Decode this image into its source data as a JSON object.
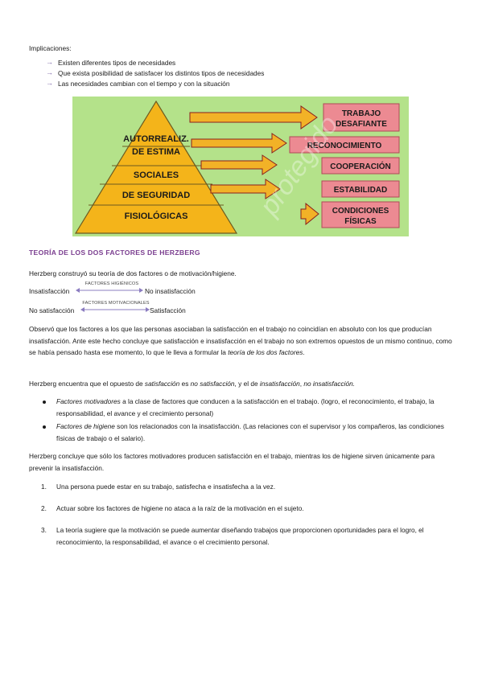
{
  "implications": {
    "title": "Implicaciones:",
    "items": [
      "Existen diferentes tipos de necesidades",
      "Que exista posibilidad de satisfacer los distintos tipos de necesidades",
      "Las necesidades cambian con el tiempo y con la situación"
    ],
    "bullet_glyph": "→"
  },
  "pyramid": {
    "levels": [
      "AUTORREALIZ.",
      "DE ESTIMA",
      "SOCIALES",
      "DE SEGURIDAD",
      "FISIOLÓGICAS"
    ],
    "boxes": [
      [
        "TRABAJO",
        "DESAFIANTE"
      ],
      [
        "RECONOCIMIENTO"
      ],
      [
        "COOPERACIÓN"
      ],
      [
        "ESTABILIDAD"
      ],
      [
        "CONDICIONES",
        "FÍSICAS"
      ]
    ],
    "colors": {
      "background": "#b4e28a",
      "pyramid_fill": "#f4b41a",
      "arrow_fill": "#f2b227",
      "box_fill": "#ec8a92",
      "box_border": "#b04a58"
    },
    "watermark": "protegido"
  },
  "herzberg": {
    "heading": "TEORÍA DE LOS DOS FACTORES DE HERZBERG",
    "intro": "Herzberg construyó su teoría de dos factores o de motivación/higiene.",
    "row1": {
      "left": "Insatisfacción",
      "label": "FACTORES HIGIÉNICOS",
      "right": "No insatisfacción"
    },
    "row2": {
      "left": "No satisfacción",
      "label": "FACTORES MOTIVACIONALES",
      "right": "Satisfacción"
    },
    "para1_a": "Observó que los factores a los que las personas asociaban la satisfacción en el trabajo no coincidían en absoluto con los que producían insatisfacción. Ante este hecho concluye que satisfacción e insatisfacción en el trabajo no son extremos opuestos de un mismo continuo, como se había pensado hasta ese momento, lo que le lleva a formular la ",
    "para1_b": "teoría de los dos factores",
    "para1_c": ".",
    "para2_a": "Herzberg encuentra que el opuesto de ",
    "para2_b": "satisfacción",
    "para2_c": " es ",
    "para2_d": "no satisfacción",
    "para2_e": ", y el de ",
    "para2_f": "insatisfacción",
    "para2_g": ", ",
    "para2_h": "no insatisfacción.",
    "bullets": [
      {
        "term": "Factores motivadores",
        "text": " a la clase de factores que conducen a la satisfacción en el trabajo. (logro, el reconocimiento, el trabajo, la responsabilidad, el avance y el crecimiento personal)"
      },
      {
        "term": "Factores de higiene",
        "text": " son los relacionados con la insatisfacción. (Las relaciones con el supervisor y los compañeros, las condiciones físicas de trabajo o el salario)."
      }
    ],
    "conclusion": "Herzberg concluye que sólo los factores motivadores producen satisfacción en el trabajo, mientras los de higiene sirven únicamente para prevenir la insatisfacción.",
    "numbered": [
      {
        "n": "1.",
        "text": "Una persona puede estar en su trabajo, satisfecha e insatisfecha a la vez."
      },
      {
        "n": "2.",
        "text": "Actuar sobre los factores de higiene no ataca a la raíz de la motivación en el sujeto."
      },
      {
        "n": "3.",
        "text": "La teoría sugiere que la motivación se puede aumentar diseñando trabajos que proporcionen oportunidades para el logro, el reconocimiento, la responsabilidad, el avance o el crecimiento personal."
      }
    ]
  }
}
